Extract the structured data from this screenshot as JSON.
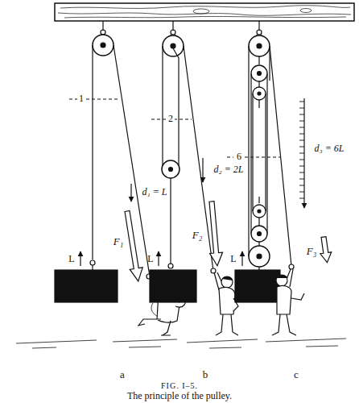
{
  "diagram": {
    "caption": "The principle of the pulley.",
    "labels": [
      "1",
      "d₁ = L",
      "F₁",
      "L",
      "a",
      "2",
      "d₂ = 2L",
      "F₂",
      "L",
      "b",
      "6",
      "d₃ = 6L",
      "F₃",
      "L",
      "c",
      "FIG. I–5."
    ]
  }
}
